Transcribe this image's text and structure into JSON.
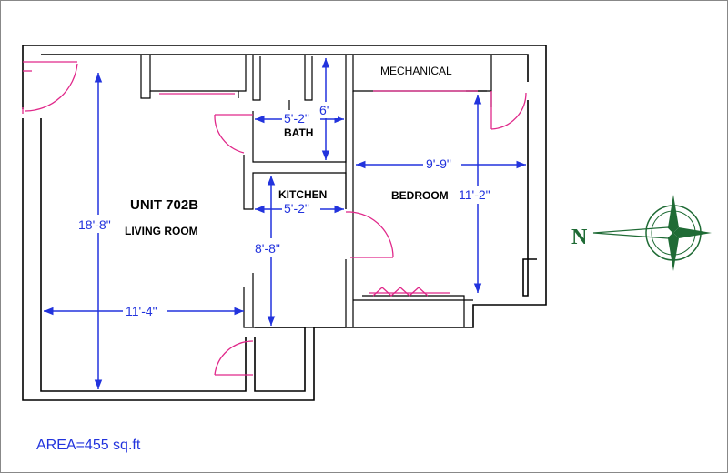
{
  "plan": {
    "unit_label": "UNIT 702B",
    "area_label": "AREA=455  sq.ft",
    "north_label": "N",
    "rooms": {
      "living": "LIVING ROOM",
      "bath": "BATH",
      "kitchen": "KITCHEN",
      "bedroom": "BEDROOM",
      "mechanical": "MECHANICAL"
    },
    "dimensions": {
      "living_height": "18'-8\"",
      "living_width": "11'-4\"",
      "bath_width": "5'-2\"",
      "bath_depth": "6'",
      "kitchen_width": "5'-2\"",
      "kitchen_depth": "8'-8\"",
      "bedroom_width": "9'-9\"",
      "bedroom_depth": "11'-2\""
    },
    "colors": {
      "walls": "#000000",
      "doors": "#e0288a",
      "dimensions": "#2233dd",
      "compass": "#1f6b35"
    }
  }
}
